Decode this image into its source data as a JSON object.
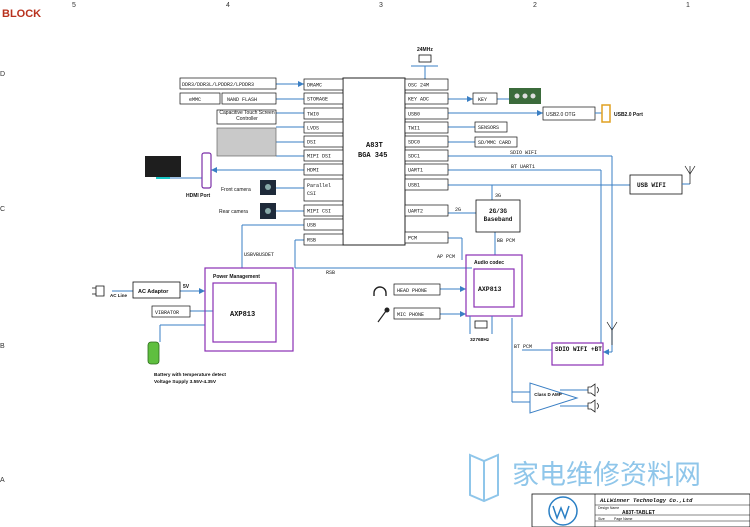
{
  "title": "BLOCK",
  "columns": [
    "5",
    "4",
    "3",
    "2",
    "1"
  ],
  "rows": [
    "D",
    "C",
    "B",
    "A"
  ],
  "soc": {
    "name": "A83T",
    "package": "BGA 345"
  },
  "soc_pins_left": [
    "DRAMC",
    "STORAGE",
    "TWI0",
    "LVDS",
    "DSI",
    "MIPI DSI",
    "HDMI",
    "Parallel CSI",
    "MIPI CSI",
    "USB",
    "RSB"
  ],
  "soc_pins_right": [
    "OSC 24M",
    "KEY ADC",
    "USB0",
    "TWI1",
    "SDC0",
    "SDC1",
    "UART1",
    "USB1",
    "UART2",
    "PCM"
  ],
  "crystal_24m": "24MHz",
  "crystal_32k": "32768Hz",
  "memory": "DDR3/DDR3L/LPDDR2/LPDDR3",
  "emmc": "eMMC",
  "nand": "NAND FLASH",
  "touch_controller": "Capacitive Touch Screen Controller",
  "hdmi_port": "HDMI Port",
  "front_camera": "Front camera",
  "rear_camera": "Rear camera",
  "key": "KEY",
  "usb_otg": "USB2.0 OTG",
  "usb_port": "USB2.0 Port",
  "sensors": "SENSORS",
  "sd_card": "SD/MMC CARD",
  "sdio_wifi_signal": "SDIO WIFI",
  "bt_uart_signal": "BT UART1",
  "usb_wifi": "USB WIFI",
  "signal_3g": "3G",
  "signal_2g": "2G",
  "baseband": "2G/3G Baseband",
  "bb_pcm": "BB PCM",
  "ap_pcm": "AP PCM",
  "usb_power": "USBVBUSDET",
  "rsb_bus": "RSB",
  "power_management": "Power Management",
  "pmic": "AXP813",
  "ac_adaptor": "AC Adaptor",
  "ac_line": "AC Line",
  "voltage_5v": "5V",
  "vibrator": "VIBRATOR",
  "battery_note_1": "Battery with temperature detect",
  "battery_note_2": "Voltage Supply 3.55V-4.35V",
  "audio_codec": "Audio codec",
  "codec_chip": "AXP813",
  "head_phone": "HEAD PHONE",
  "mic_phone": "MIC PHONE",
  "bt_pcm": "BT PCM",
  "sdio_wifi_bt": "SDIO WIFI +BT",
  "amp": "Class D AMP",
  "watermark": "家电维修资料网",
  "company": "ALLWinner Technology Co.,Ltd",
  "project": "A83T-TABLET",
  "tb_design_label": "Design Name",
  "tb_size": "Size",
  "tb_page_name": "Page Name"
}
